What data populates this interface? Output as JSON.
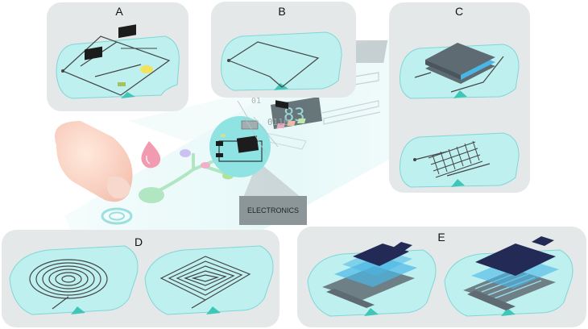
{
  "panels": {
    "a": {
      "label": "A"
    },
    "b": {
      "label": "B"
    },
    "c": {
      "label": "C"
    },
    "d": {
      "label": "D"
    },
    "e": {
      "label": "E"
    }
  },
  "callout": {
    "label": "ELECTRONICS"
  },
  "display": {
    "digits": "83"
  },
  "binary": {
    "left": "01",
    "right": "0110"
  },
  "icons": {
    "finger": "finger-icon",
    "droplet": "sweat-droplet-icon",
    "circuit": "integrated-circuit-chip-icon"
  },
  "colors": {
    "panel_bg": "#e5e8e8",
    "substrate": "#bff0f0",
    "substrate_edge": "#7fd6d6",
    "chip": "#1c1c1c",
    "trace": "#555555",
    "electrode": "#232a55",
    "layer_blue": "#4ab6e6",
    "layer_gray": "#5f6b72",
    "callout_bg": "#8c9698"
  }
}
